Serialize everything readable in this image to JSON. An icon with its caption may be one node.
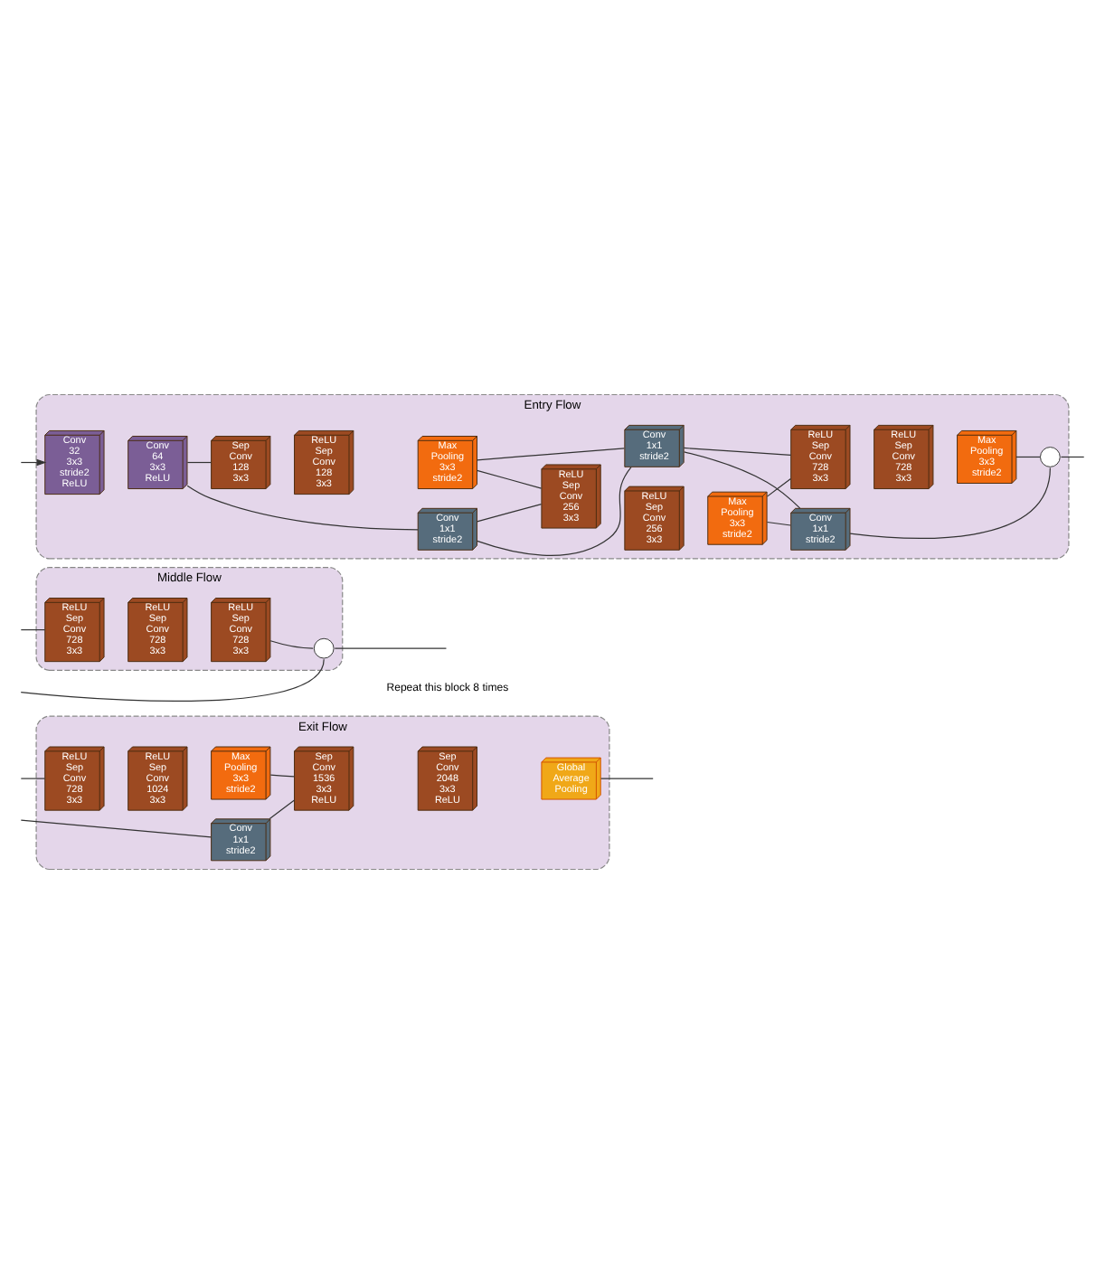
{
  "diagram": {
    "nodes": [
      {
        "text": [
          "Entry Flow"
        ]
      },
      {
        "text": [
          "Conv 32 3x3 stride2 ReLU"
        ],
        "in": 0
      },
      {
        "text": [
          "Conv 64 3x3 ReLU"
        ],
        "in": 0
      },
      {
        "text": [
          "Sep Conv 128 3x3"
        ],
        "in": 0
      },
      {
        "text": [
          "ReLU Sep Conv 128 3x3"
        ],
        "in": 0
      },
      {
        "text": [
          "Max Pooling 3x3 stride2"
        ],
        "in": 0
      },
      {
        "text": [
          "ReLU Sep Conv 256 3x3"
        ],
        "in": 0
      },
      {
        "text": [
          "ReLU Sep Conv 256 3x3"
        ],
        "in": 0
      },
      {
        "text": [
          "Max Pooling 3x3 stride2"
        ],
        "in": 0
      },
      {
        "text": [
          "ReLU Sep Conv 728 3x3"
        ],
        "in": 0
      },
      {
        "text": [
          "ReLU Sep Conv 728 3x3"
        ],
        "in": 0
      },
      {
        "text": [
          "Max Pooling 3x3 stride2"
        ],
        "in": 0
      },
      {
        "text": [],
        "shape": "circle",
        "in": 0
      },
      {
        "text": [
          "Conv 1x1 stride2"
        ],
        "in": 0
      },
      {
        "text": [
          "Conv 1x1 stride2"
        ],
        "in": 0
      },
      {
        "text": [
          "Conv 1x1 stride2"
        ],
        "in": 0
      },
      {
        "text": [
          "Middle Flow"
        ]
      },
      {
        "text": [
          "ReLU Sep Conv 728 3x3"
        ],
        "in": 16
      },
      {
        "text": [
          "ReLU Sep Conv 728 3x3"
        ],
        "in": 16
      },
      {
        "text": [
          "ReLU Sep Conv 728 3x3"
        ],
        "in": 16
      },
      {
        "text": [],
        "shape": "circle",
        "in": 16
      },
      {
        "text": [
          "Exit Flow"
        ]
      },
      {
        "text": [
          "ReLU Sep Conv 728 3x3"
        ],
        "in": 21
      },
      {
        "text": [
          "ReLU Sep Conv 1024 3x3"
        ],
        "in": 21
      },
      {
        "text": [
          "Max Pooling 3x3 stride2"
        ],
        "in": 21
      },
      {
        "text": [
          "Conv 1x1 stride2"
        ],
        "in": 21
      },
      {
        "text": [
          "Sep Conv 1536 3x3 ReLU"
        ],
        "in": 21
      },
      {
        "text": [
          "Sep Conv 2048 3x3 ReLU"
        ],
        "in": 21
      },
      {
        "text": [
          "Global Average Pooling"
        ],
        "in": 21
      }
    ],
    "edges": [
      {
        "from": null,
        "to": 1,
        "arrow": "to"
      },
      {
        "from": 2,
        "to": 3,
        "arrow": "none"
      },
      {
        "from": 2,
        "to": 13,
        "arrow": "none"
      },
      {
        "from": 5,
        "to": 6,
        "arrow": "none"
      },
      {
        "from": 5,
        "to": 14,
        "arrow": "none"
      },
      {
        "from": 13,
        "to": 6,
        "arrow": "none"
      },
      {
        "from": 13,
        "to": 14,
        "arrow": "none"
      },
      {
        "from": 8,
        "to": 9,
        "arrow": "none"
      },
      {
        "from": 8,
        "to": 15,
        "arrow": "none"
      },
      {
        "from": 14,
        "to": 9,
        "arrow": "none"
      },
      {
        "from": 14,
        "to": 15,
        "arrow": "none"
      },
      {
        "from": 11,
        "to": 12,
        "arrow": "none"
      },
      {
        "from": 15,
        "to": 12,
        "arrow": "none"
      },
      {
        "from": 12,
        "to": null,
        "arrow": "none"
      },
      {
        "from": null,
        "to": 17,
        "arrow": "none"
      },
      {
        "from": null,
        "to": 20,
        "arrow": "none"
      },
      {
        "from": 19,
        "to": 20,
        "arrow": "none"
      },
      {
        "from": 20,
        "to": null,
        "arrow": "none"
      },
      {
        "from": null,
        "to": 22,
        "arrow": "none"
      },
      {
        "from": null,
        "to": 25,
        "arrow": "none"
      },
      {
        "from": 24,
        "to": 26,
        "arrow": "none"
      },
      {
        "from": 25,
        "to": 26,
        "arrow": "none"
      },
      {
        "from": 28,
        "to": null,
        "arrow": "none"
      }
    ],
    "labels": [
      "Repeat this block 8 times"
    ]
  }
}
